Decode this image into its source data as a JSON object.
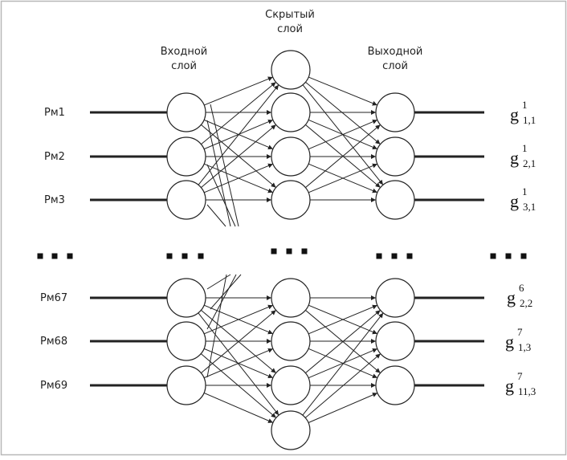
{
  "layer_labels": {
    "input": [
      "Входной",
      "слой"
    ],
    "hidden": [
      "Скрытый",
      "слой"
    ],
    "output": [
      "Выходной",
      "слой"
    ]
  },
  "input_labels": [
    "Рм1",
    "Рм2",
    "Рм3",
    "Рм67",
    "Рм68",
    "Рм69"
  ],
  "output_labels": [
    {
      "base": "g",
      "sup": "1",
      "sub": "1,1"
    },
    {
      "base": "g",
      "sup": "1",
      "sub": "2,1"
    },
    {
      "base": "g",
      "sup": "1",
      "sub": "3,1"
    },
    {
      "base": "g",
      "sup": "6",
      "sub": "2,2"
    },
    {
      "base": "g",
      "sup": "7",
      "sub": "1,3"
    },
    {
      "base": "g",
      "sup": "7",
      "sub": "11,3"
    }
  ],
  "colors": {
    "stroke": "#222222",
    "border": "#b8b8b8",
    "background": "#ffffff"
  }
}
